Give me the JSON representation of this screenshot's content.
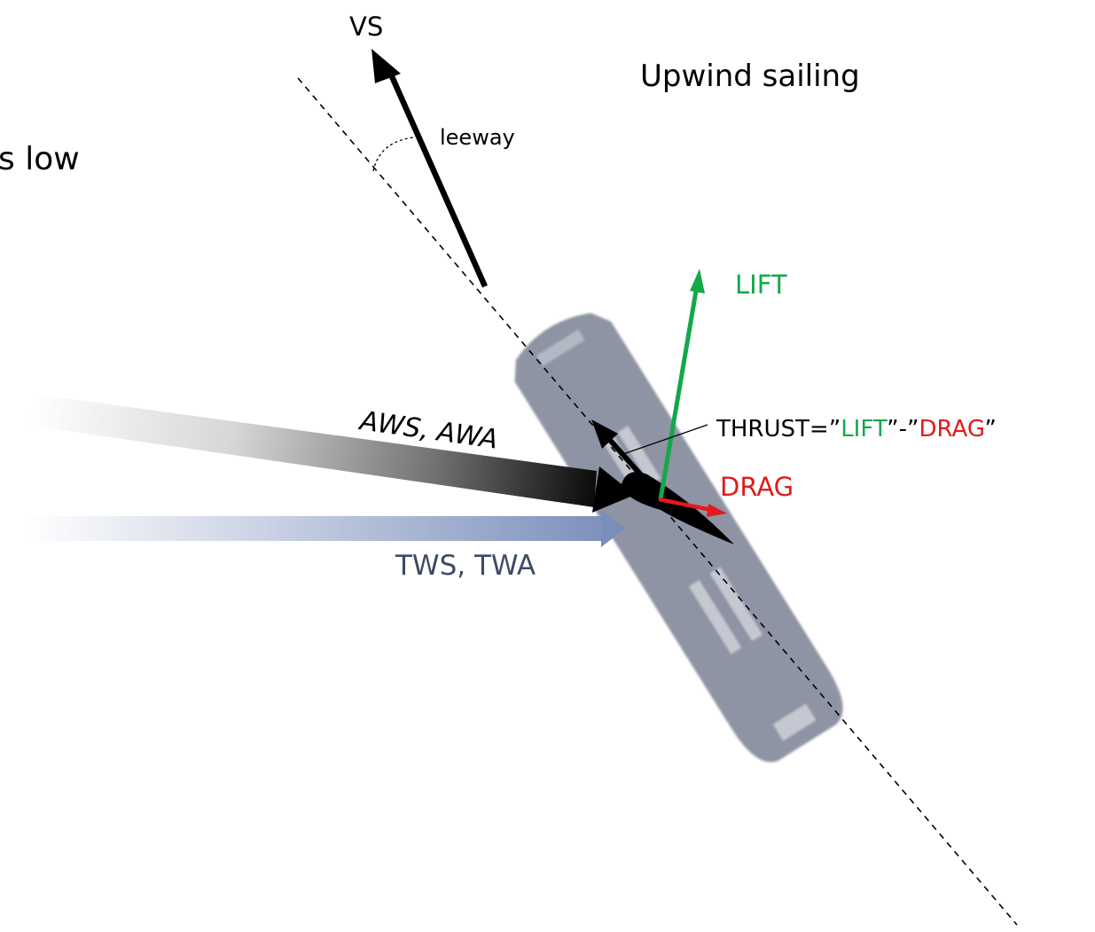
{
  "title": "Upwind sailing",
  "partial_text": "s low",
  "labels": {
    "vs": "VS",
    "leeway": "leeway",
    "lift": "LIFT",
    "drag": "DRAG",
    "aws_awa": "AWS, AWA",
    "tws_twa": "TWS, TWA"
  },
  "thrust_formula": {
    "thrust": "THRUST",
    "eq_open": "=”",
    "lift": "LIFT",
    "mid": "”-”",
    "drag": "DRAG",
    "close": "”"
  },
  "colors": {
    "lift": "#13a84a",
    "drag": "#e01b1b",
    "tws": "#7a8ebb",
    "tws_text": "#3d4a66",
    "hull": "#8e94a4",
    "black": "#000000"
  }
}
